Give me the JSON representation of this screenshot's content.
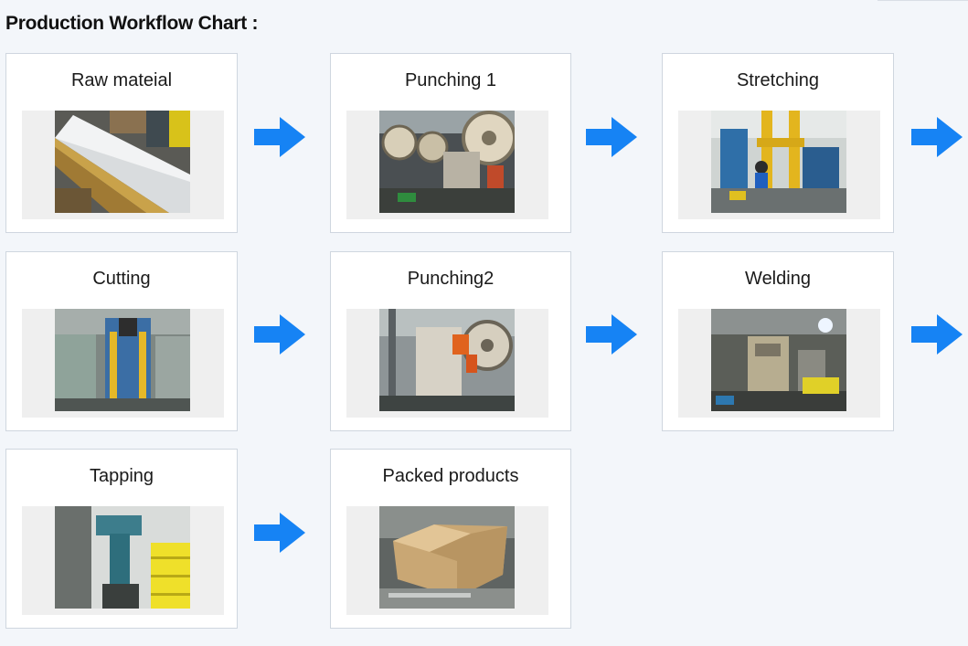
{
  "title": "Production Workflow Chart :",
  "accent_color": "#1683f4",
  "steps": [
    {
      "label": "Raw mateial",
      "icon": "steel-sheets-photo"
    },
    {
      "label": "Punching 1",
      "icon": "punch-press-photo"
    },
    {
      "label": "Stretching",
      "icon": "hydraulic-press-photo"
    },
    {
      "label": "Cutting",
      "icon": "cutting-press-photo"
    },
    {
      "label": "Punching2",
      "icon": "punch-press-photo"
    },
    {
      "label": "Welding",
      "icon": "welding-station-photo"
    },
    {
      "label": "Tapping",
      "icon": "tapping-machine-photo"
    },
    {
      "label": "Packed products",
      "icon": "cardboard-boxes-photo"
    }
  ],
  "arrow_icon": "arrow-right-icon"
}
